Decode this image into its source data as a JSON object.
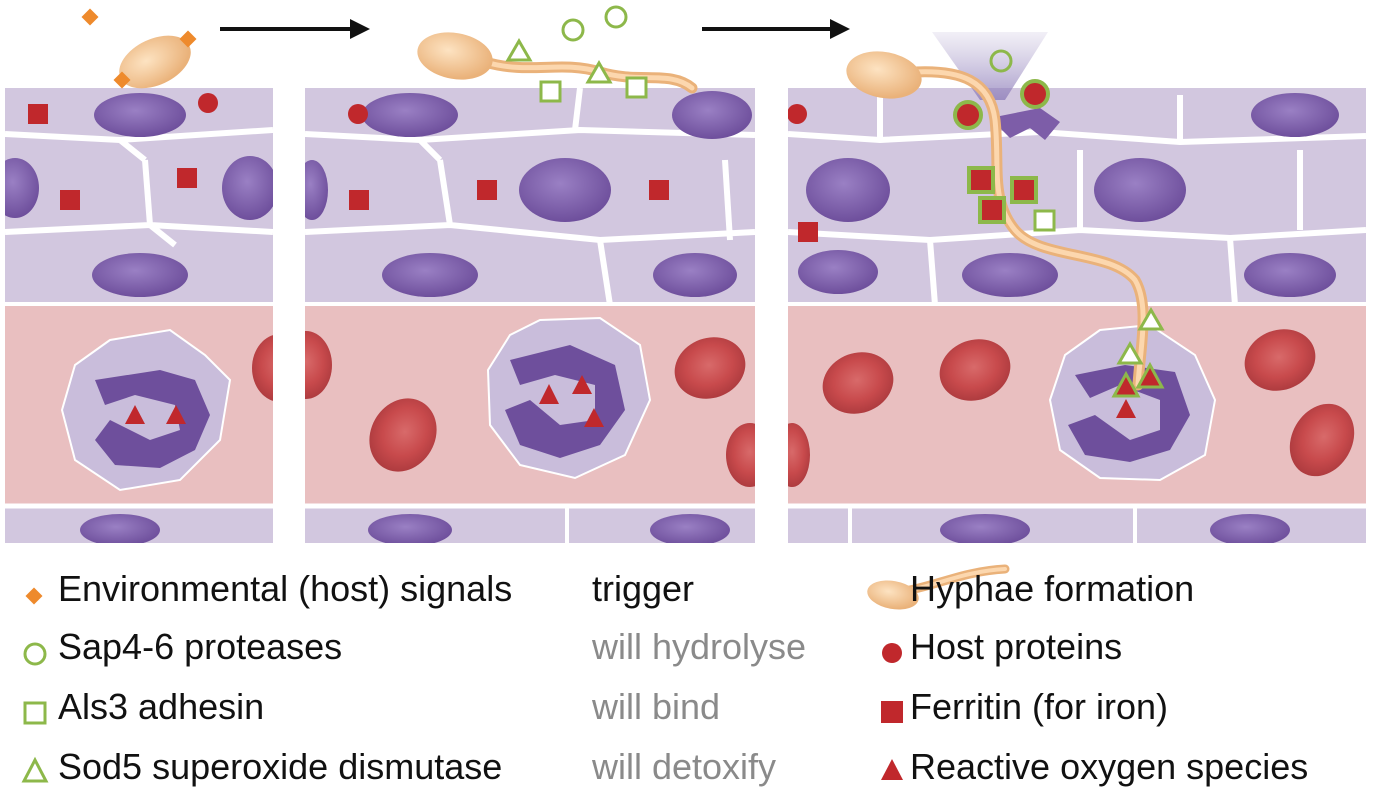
{
  "colors": {
    "signal": "#ee8a2c",
    "outline_green": "#8db84a",
    "host_red": "#c0282c",
    "epithelium": "#d2c7df",
    "nucleus": "#7d5da8",
    "blood": "#e9bfc0",
    "hyphae": "#f2c38f",
    "verb_gray": "#8a8a8a"
  },
  "legend": [
    {
      "icon": "orange-diamond",
      "label": "Environmental (host) signals",
      "verb": "trigger",
      "verb_style": "dark",
      "target_icon": "hyphae-cell",
      "target": "Hyphae formation"
    },
    {
      "icon": "green-circle-outline",
      "label": "Sap4-6 proteases",
      "verb": "will hydrolyse",
      "verb_style": "gray",
      "target_icon": "red-circle",
      "target": "Host proteins"
    },
    {
      "icon": "green-square-outline",
      "label": "Als3 adhesin",
      "verb": "will bind",
      "verb_style": "gray",
      "target_icon": "red-square",
      "target": "Ferritin (for iron)"
    },
    {
      "icon": "green-triangle-outline",
      "label": "Sod5 superoxide dismutase",
      "verb": "will detoxify",
      "verb_style": "gray",
      "target_icon": "red-triangle",
      "target": "Reactive oxygen species"
    }
  ]
}
